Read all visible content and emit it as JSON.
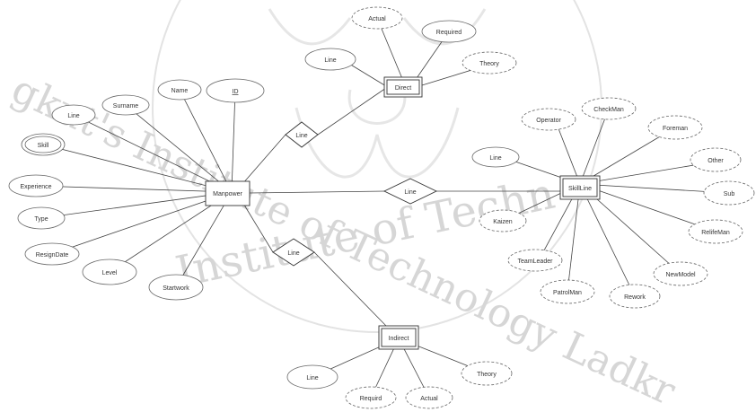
{
  "watermark": {
    "text_top": "gkut's Institute of Technology Ladkr",
    "text_arc": "Institute of Techn",
    "color": "#d6d6d6"
  },
  "entities": {
    "manpower": "Manpower",
    "direct": "Direct",
    "skillline": "SkillLine",
    "indirect": "Indirect"
  },
  "relationships": {
    "rel_direct": "Line",
    "rel_skill": "Line",
    "rel_indirect": "Line"
  },
  "attributes": {
    "manpower": {
      "line": "Line",
      "surname": "Surname",
      "name": "Name",
      "id": "ID",
      "skill": "Skill",
      "experience": "Experience",
      "type": "Type",
      "resigndate": "ResignDate",
      "level": "Level",
      "startwork": "Startwork"
    },
    "direct": {
      "actual": "Actual",
      "required": "Required",
      "theory": "Theory",
      "line": "Line"
    },
    "skillline": {
      "line": "Line",
      "operator": "Operator",
      "checkman": "CheckMan",
      "foreman": "Foreman",
      "other": "Other",
      "sub": "Sub",
      "relifeman": "RelifeMan",
      "newmodel": "NewModel",
      "rework": "Rework",
      "patrolman": "PatrolMan",
      "teamleader": "TeamLeader",
      "kaizen": "Kaizen"
    },
    "indirect": {
      "line": "Line",
      "requird": "Requird",
      "actual": "Actual",
      "theory": "Theory"
    }
  }
}
